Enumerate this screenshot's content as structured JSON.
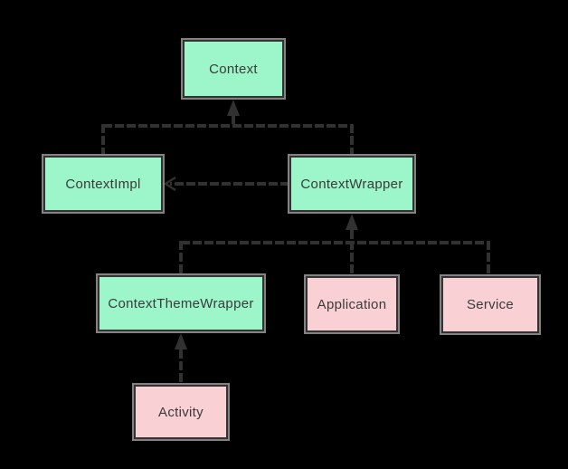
{
  "colors": {
    "background": "#000000",
    "green": "#9df5ca",
    "pink": "#f9d0d3",
    "node_border": "#333333",
    "node_outline": "#828282",
    "edge": "#313131",
    "text": "#3b3b3b"
  },
  "nodes": [
    {
      "label": "Context",
      "fill": "green"
    },
    {
      "label": "ContextImpl",
      "fill": "green"
    },
    {
      "label": "ContextWrapper",
      "fill": "green"
    },
    {
      "label": "ContextThemeWrapper",
      "fill": "green"
    },
    {
      "label": "Application",
      "fill": "pink"
    },
    {
      "label": "Service",
      "fill": "pink"
    },
    {
      "label": "Activity",
      "fill": "pink"
    }
  ],
  "edges": [
    {
      "from": "ContextImpl",
      "to": "Context",
      "type": "inheritance"
    },
    {
      "from": "ContextWrapper",
      "to": "Context",
      "type": "inheritance"
    },
    {
      "from": "ContextWrapper",
      "to": "ContextImpl",
      "type": "reference"
    },
    {
      "from": "ContextThemeWrapper",
      "to": "ContextWrapper",
      "type": "inheritance"
    },
    {
      "from": "Application",
      "to": "ContextWrapper",
      "type": "inheritance"
    },
    {
      "from": "Service",
      "to": "ContextWrapper",
      "type": "inheritance"
    },
    {
      "from": "Activity",
      "to": "ContextThemeWrapper",
      "type": "inheritance"
    }
  ]
}
